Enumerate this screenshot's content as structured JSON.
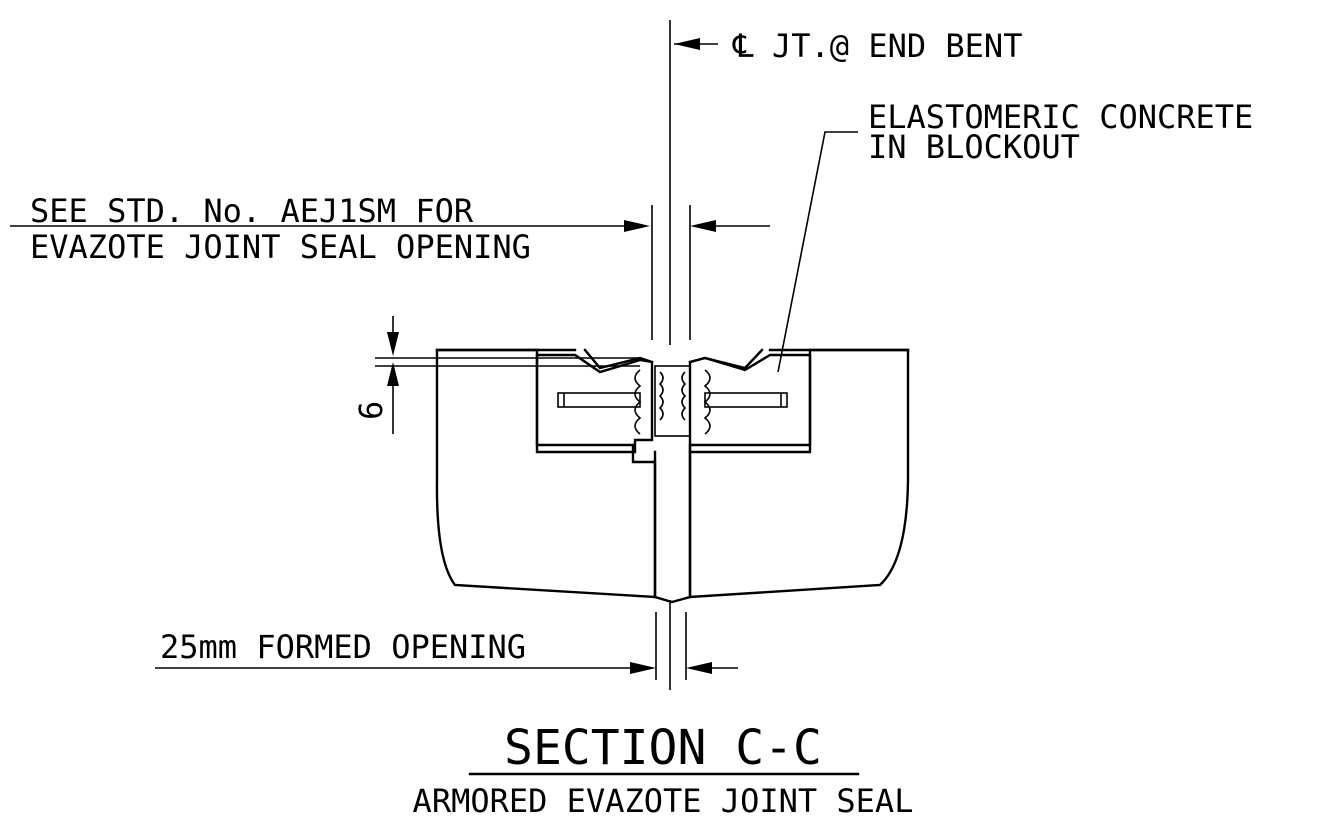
{
  "labels": {
    "centerline_symbol": "℄",
    "centerline": "JT.@ END BENT",
    "elastomeric_line1": "ELASTOMERIC CONCRETE",
    "elastomeric_line2": "IN BLOCKOUT",
    "std_line1": "SEE STD. No. AEJ1SM FOR",
    "std_line2": "EVAZOTE JOINT SEAL OPENING",
    "dimension_6": "6",
    "formed_opening": "25mm FORMED OPENING",
    "section_title": "SECTION C-C",
    "section_subtitle": "ARMORED EVAZOTE JOINT SEAL"
  },
  "colors": {
    "ink": "#000000",
    "paper": "#ffffff"
  }
}
